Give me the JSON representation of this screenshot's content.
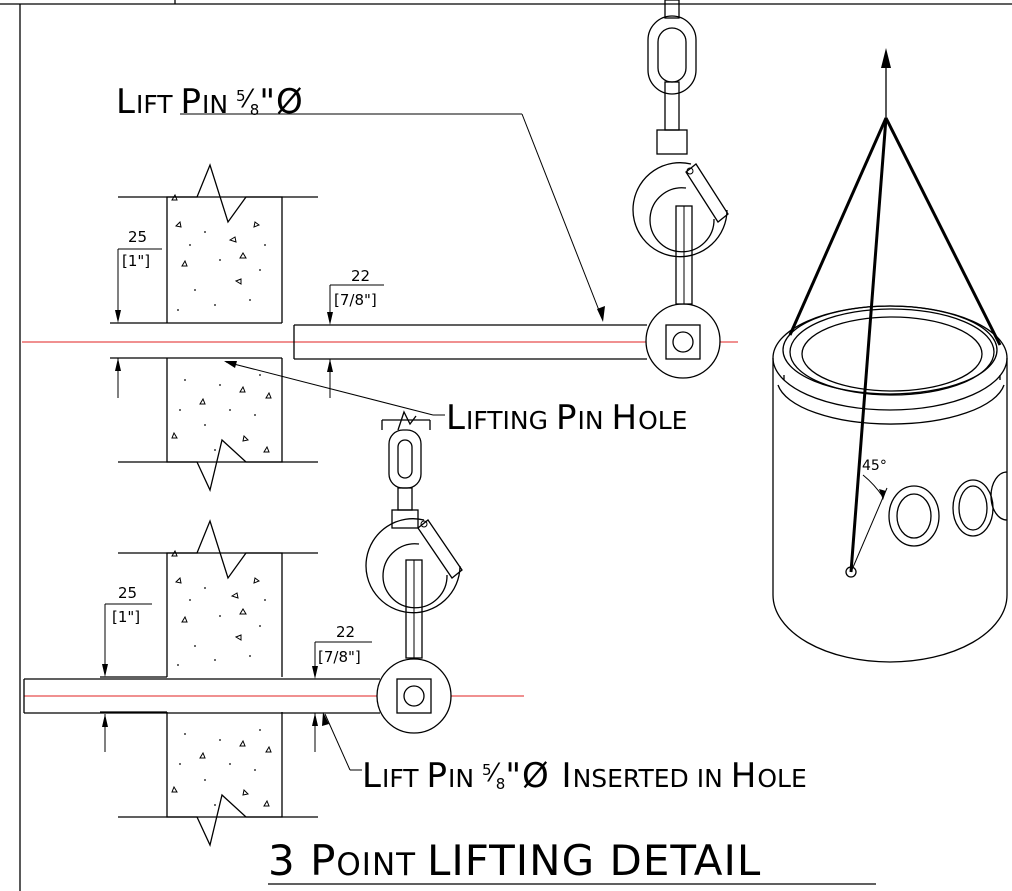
{
  "labels": {
    "lift_pin_top": {
      "lead": "L",
      "rest": "IFT ",
      "word2_lead": "P",
      "word2_rest": "IN ",
      "frac_num": "5",
      "frac_den": "8",
      "tail": "\"Ø"
    },
    "lifting_pin_hole": {
      "w1_lead": "L",
      "w1_rest": "IFTING ",
      "w2_lead": "P",
      "w2_rest": "IN ",
      "w3_lead": "H",
      "w3_rest": "OLE"
    },
    "lift_pin_inserted": {
      "w1_lead": "L",
      "w1_rest": "IFT ",
      "w2_lead": "P",
      "w2_rest": "IN ",
      "frac_num": "5",
      "frac_den": "8",
      "tail": "\"Ø ",
      "w3_lead": "I",
      "w3_rest": "NSERTED IN ",
      "w4_lead": "H",
      "w4_rest": "OLE"
    }
  },
  "title": {
    "num": "3 ",
    "w1_lead": "P",
    "w1_rest": "OINT ",
    "w2": "LIFTING DETAIL"
  },
  "dimensions": {
    "top_left_mm": "25",
    "top_left_in": "[1\"]",
    "top_right_mm": "22",
    "top_right_in": "[7/8\"]",
    "bottom_left_mm": "25",
    "bottom_left_in": "[1\"]",
    "bottom_right_mm": "22",
    "bottom_right_in": "[7/8\"]"
  },
  "angle": "45°",
  "colors": {
    "centerline": "#e02020",
    "line": "#000000",
    "background": "#ffffff"
  }
}
